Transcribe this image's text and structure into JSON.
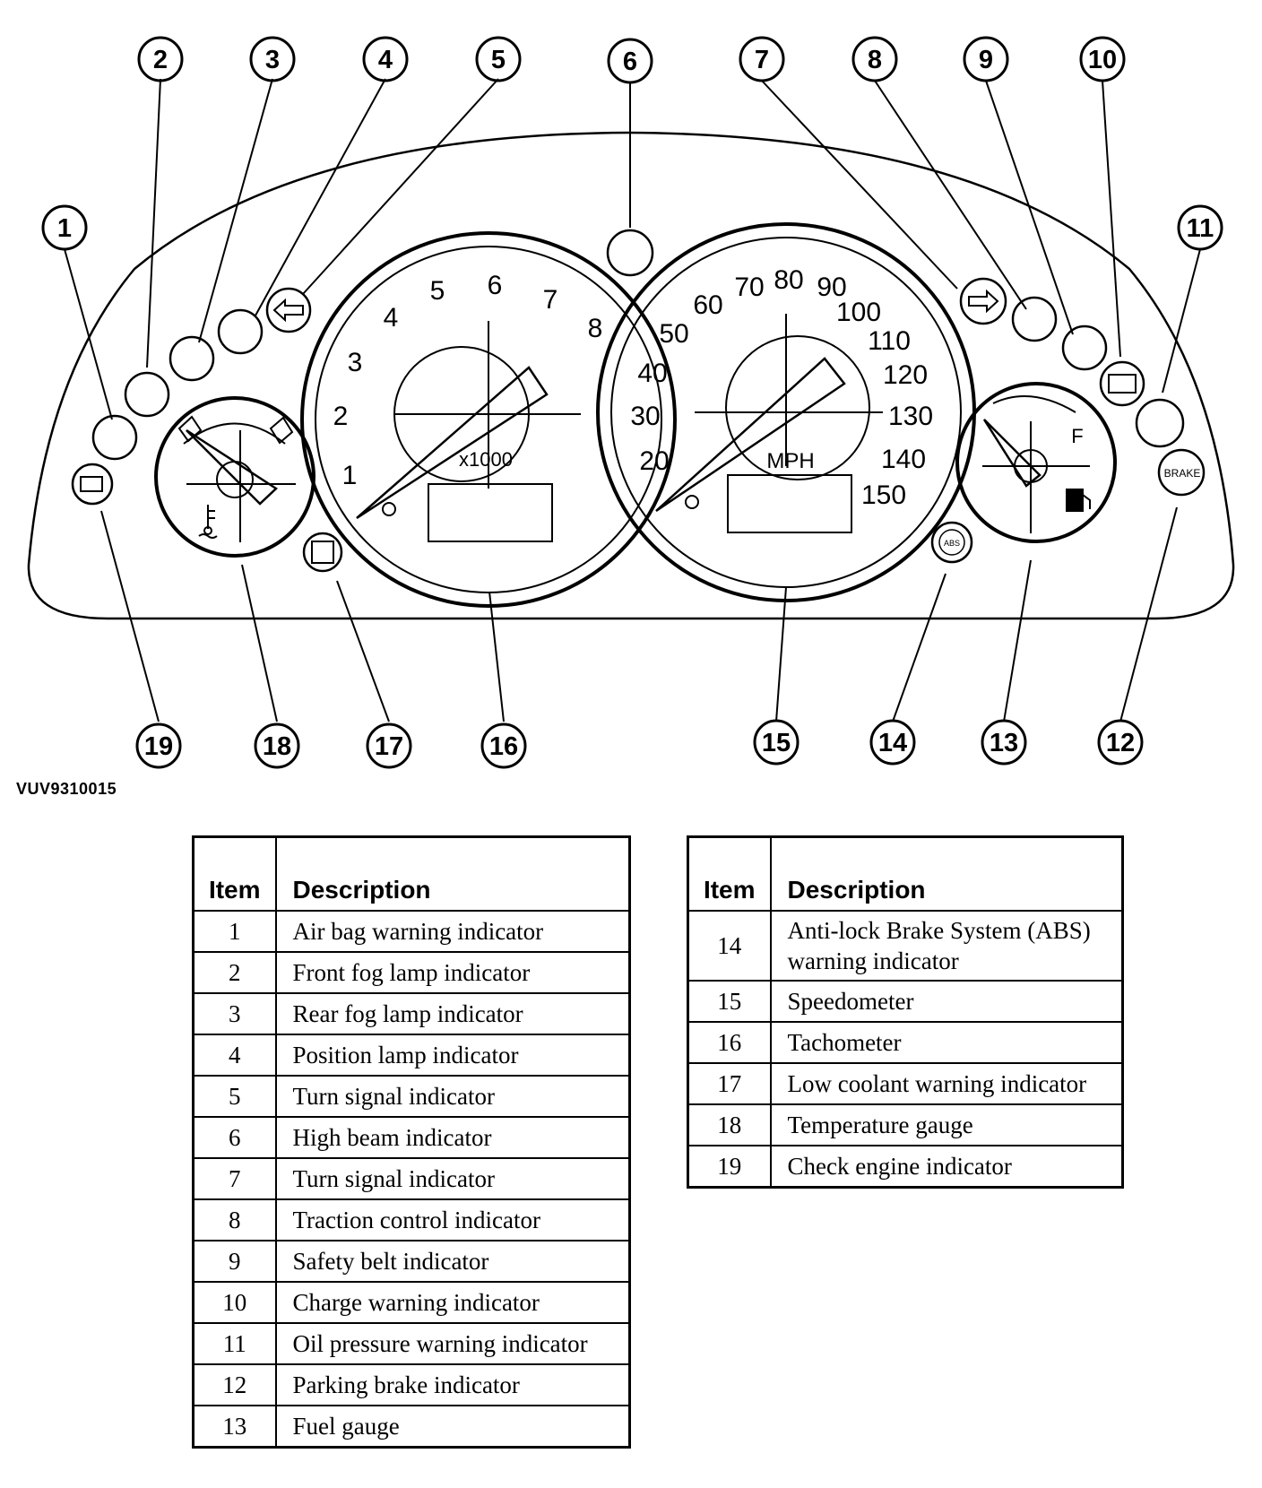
{
  "figure_code": "VUV9310015",
  "gauges": {
    "tachometer": {
      "ticks": [
        "1",
        "2",
        "3",
        "4",
        "5",
        "6",
        "7",
        "8"
      ],
      "unit": "x1000"
    },
    "speedometer": {
      "ticks": [
        "20",
        "30",
        "40",
        "50",
        "60",
        "70",
        "80",
        "90",
        "100",
        "110",
        "120",
        "130",
        "140",
        "150"
      ],
      "unit": "MPH"
    },
    "fuel_full_label": "F",
    "brake_label": "BRAKE",
    "abs_label": "ABS"
  },
  "callouts": [
    "1",
    "2",
    "3",
    "4",
    "5",
    "6",
    "7",
    "8",
    "9",
    "10",
    "11",
    "12",
    "13",
    "14",
    "15",
    "16",
    "17",
    "18",
    "19"
  ],
  "legend": {
    "header_item": "Item",
    "header_description": "Description",
    "left": [
      {
        "item": "1",
        "description": "Air bag warning indicator"
      },
      {
        "item": "2",
        "description": "Front fog lamp indicator"
      },
      {
        "item": "3",
        "description": "Rear fog lamp indicator"
      },
      {
        "item": "4",
        "description": "Position lamp indicator"
      },
      {
        "item": "5",
        "description": "Turn signal indicator"
      },
      {
        "item": "6",
        "description": "High beam indicator"
      },
      {
        "item": "7",
        "description": "Turn signal indicator"
      },
      {
        "item": "8",
        "description": "Traction control indicator"
      },
      {
        "item": "9",
        "description": "Safety belt indicator"
      },
      {
        "item": "10",
        "description": "Charge warning indicator"
      },
      {
        "item": "11",
        "description": "Oil pressure warning indicator"
      },
      {
        "item": "12",
        "description": "Parking brake indicator"
      },
      {
        "item": "13",
        "description": "Fuel gauge"
      }
    ],
    "right": [
      {
        "item": "14",
        "description": "Anti-lock Brake System (ABS) warning indicator"
      },
      {
        "item": "15",
        "description": "Speedometer"
      },
      {
        "item": "16",
        "description": "Tachometer"
      },
      {
        "item": "17",
        "description": "Low coolant warning indicator"
      },
      {
        "item": "18",
        "description": "Temperature gauge"
      },
      {
        "item": "19",
        "description": "Check engine indicator"
      }
    ]
  }
}
